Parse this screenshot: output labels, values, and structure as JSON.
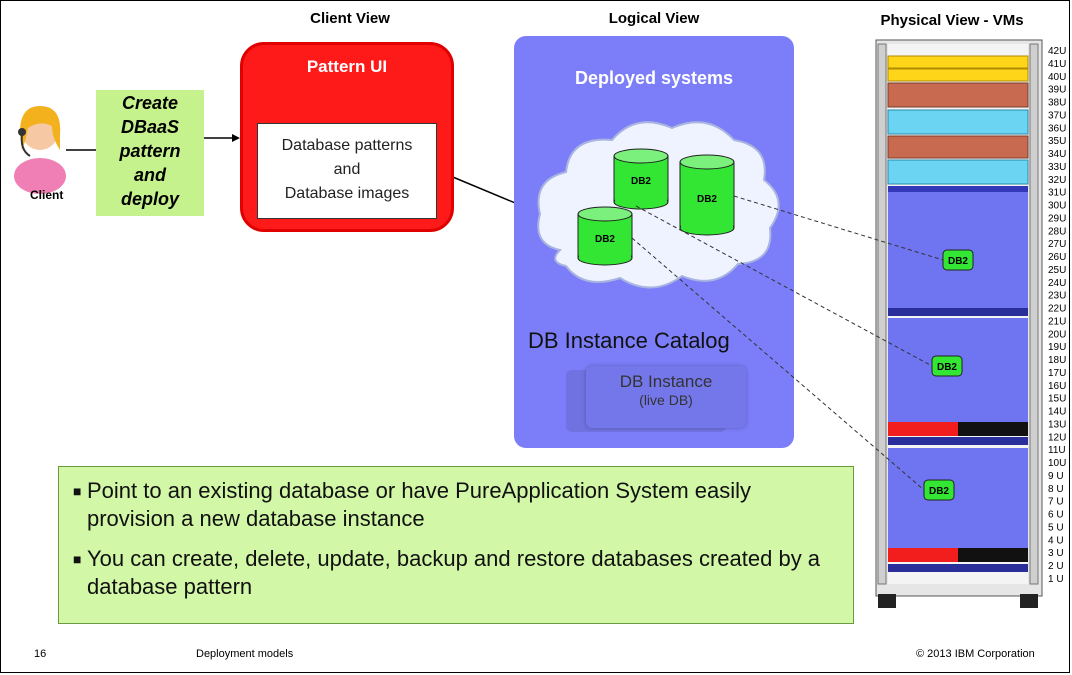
{
  "headers": {
    "client_view": "Client View",
    "logical_view": "Logical View",
    "physical_view": "Physical View - VMs"
  },
  "client": {
    "label": "Client",
    "icon": "person-headset-icon"
  },
  "action": {
    "lines": [
      "Create",
      "DBaaS",
      "pattern",
      "and",
      "deploy"
    ]
  },
  "pattern_ui": {
    "title": "Pattern UI",
    "inner_lines": [
      "Database patterns",
      "and",
      "Database images"
    ]
  },
  "logical": {
    "deployed": "Deployed systems",
    "db_labels": [
      "DB2",
      "DB2",
      "DB2"
    ],
    "catalog": "DB Instance Catalog",
    "instance_title": "DB Instance",
    "instance_sub": "(live DB)"
  },
  "rack": {
    "units": [
      "42U",
      "41U",
      "40U",
      "39U",
      "38U",
      "37U",
      "36U",
      "35U",
      "34U",
      "33U",
      "32U",
      "31U",
      "30U",
      "29U",
      "28U",
      "27U",
      "26U",
      "25U",
      "24U",
      "23U",
      "22U",
      "21U",
      "20U",
      "19U",
      "18U",
      "17U",
      "16U",
      "15U",
      "14U",
      "13U",
      "12U",
      "11U",
      "10U",
      "9 U",
      "8 U",
      "7 U",
      "6 U",
      "5 U",
      "4 U",
      "3 U",
      "2 U",
      "1 U"
    ],
    "vm_labels": [
      "DB2",
      "DB2",
      "DB2"
    ]
  },
  "bullets": [
    "Point to an existing database or have PureApplication System easily provision a new database instance",
    "You can create, delete, update, backup and restore databases created by a database pattern"
  ],
  "footer": {
    "page": "16",
    "section": "Deployment models",
    "copyright": "© 2013 IBM  Corporation"
  },
  "colors": {
    "pattern_red": "#ff1a1a",
    "logical_blue": "#7b7ef8",
    "db_green": "#33e633",
    "action_green": "#c6f28e",
    "bullet_green": "#d2f7a6",
    "rack_blue": "#6f74f0"
  }
}
